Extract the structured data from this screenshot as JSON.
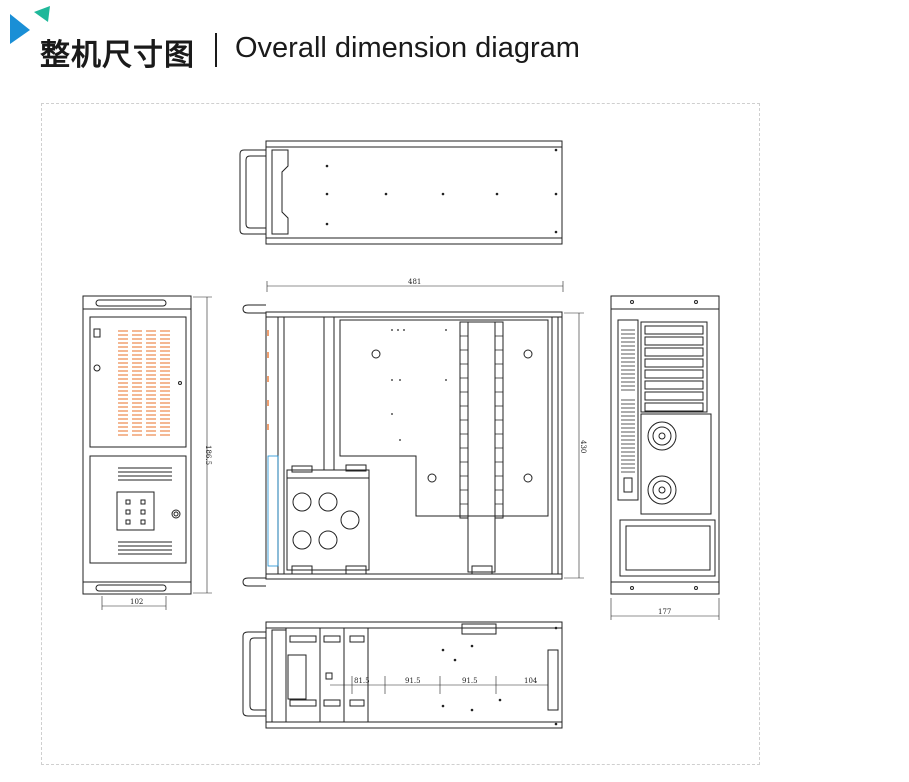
{
  "header": {
    "title_zh": "整机尺寸图",
    "title_en": "Overall dimension diagram"
  },
  "colors": {
    "logo_blue": "#1a8fd6",
    "logo_green": "#1fb89a",
    "vent_orange": "#f0a070",
    "line": "#222222"
  },
  "dimensions": {
    "width": "481",
    "depth": "430",
    "height": "186.5",
    "front_handle_span": "102",
    "rear_width": "177",
    "slot_spacing_1": "81.5",
    "slot_spacing_2": "91.5",
    "slot_spacing_3": "91.5",
    "slot_spacing_4": "104"
  }
}
